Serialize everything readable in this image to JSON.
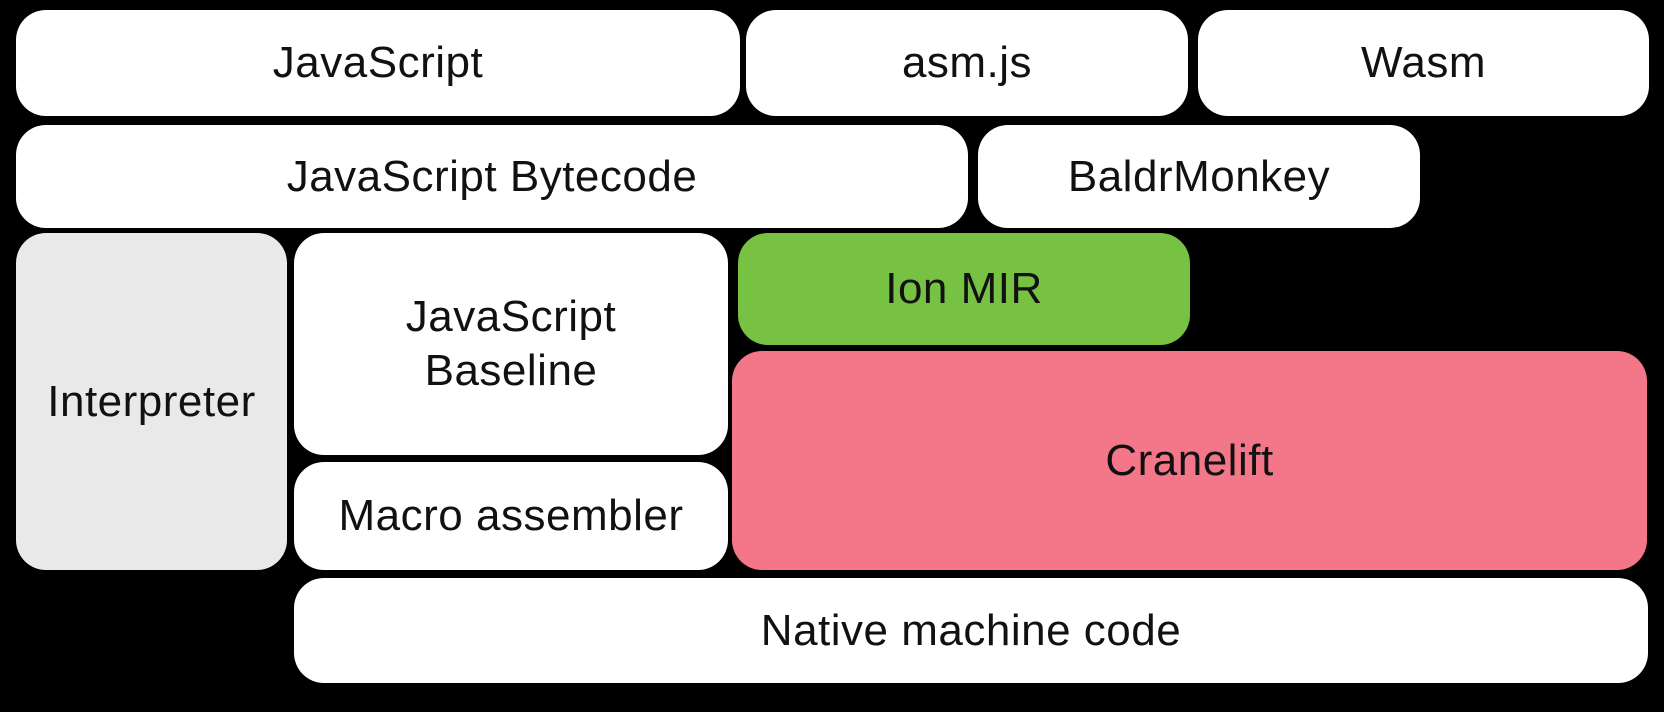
{
  "background": "#000000",
  "text_color": "#111111",
  "boxes": {
    "javascript": {
      "label": "JavaScript",
      "color": "#ffffff"
    },
    "asmjs": {
      "label": "asm.js",
      "color": "#ffffff"
    },
    "wasm": {
      "label": "Wasm",
      "color": "#ffffff"
    },
    "bytecode": {
      "label": "JavaScript Bytecode",
      "color": "#ffffff"
    },
    "baldrmonkey": {
      "label": "BaldrMonkey",
      "color": "#ffffff"
    },
    "interpreter": {
      "label": "Interpreter",
      "color": "#e9e9e9"
    },
    "baseline": {
      "label": "JavaScript Baseline",
      "color": "#ffffff"
    },
    "ionmir": {
      "label": "Ion MIR",
      "color": "#77c243"
    },
    "cranelift": {
      "label": "Cranelift",
      "color": "#f47789"
    },
    "macroassembler": {
      "label": "Macro assembler",
      "color": "#ffffff"
    },
    "nativecode": {
      "label": "Native machine code",
      "color": "#ffffff"
    }
  }
}
